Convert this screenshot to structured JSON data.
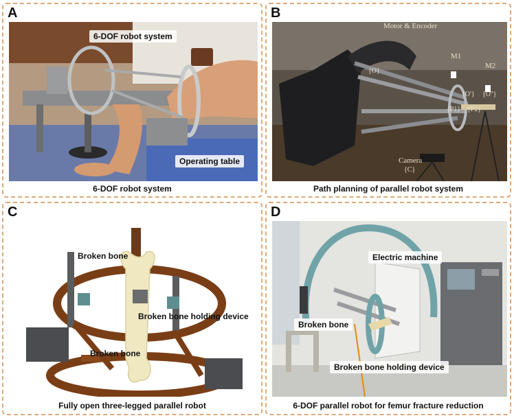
{
  "panels": [
    {
      "letter": "A",
      "caption": "6-DOF robot system",
      "labels": [
        "6-DOF robot system",
        "Operating table"
      ]
    },
    {
      "letter": "B",
      "caption": "Path planning of parallel robot system",
      "labels": [
        "Motor & Encoder",
        "M1",
        "M2",
        "{O}",
        "{O'}",
        "{O''}",
        "{P1}",
        "{P2}",
        "Camera",
        "{C}"
      ]
    },
    {
      "letter": "C",
      "caption": "Fully open three-legged parallel robot",
      "labels": [
        "Broken bone",
        "Broken bone holding device",
        "Broken bone"
      ]
    },
    {
      "letter": "D",
      "caption": "6-DOF parallel robot for femur fracture reduction",
      "labels": [
        "Electric machine",
        "Broken bone",
        "Broken bone holding device"
      ]
    }
  ],
  "colors": {
    "panel_border": "#e0a878",
    "ring_teal": "#6fa3a8",
    "bronze": "#8a4a1c"
  }
}
